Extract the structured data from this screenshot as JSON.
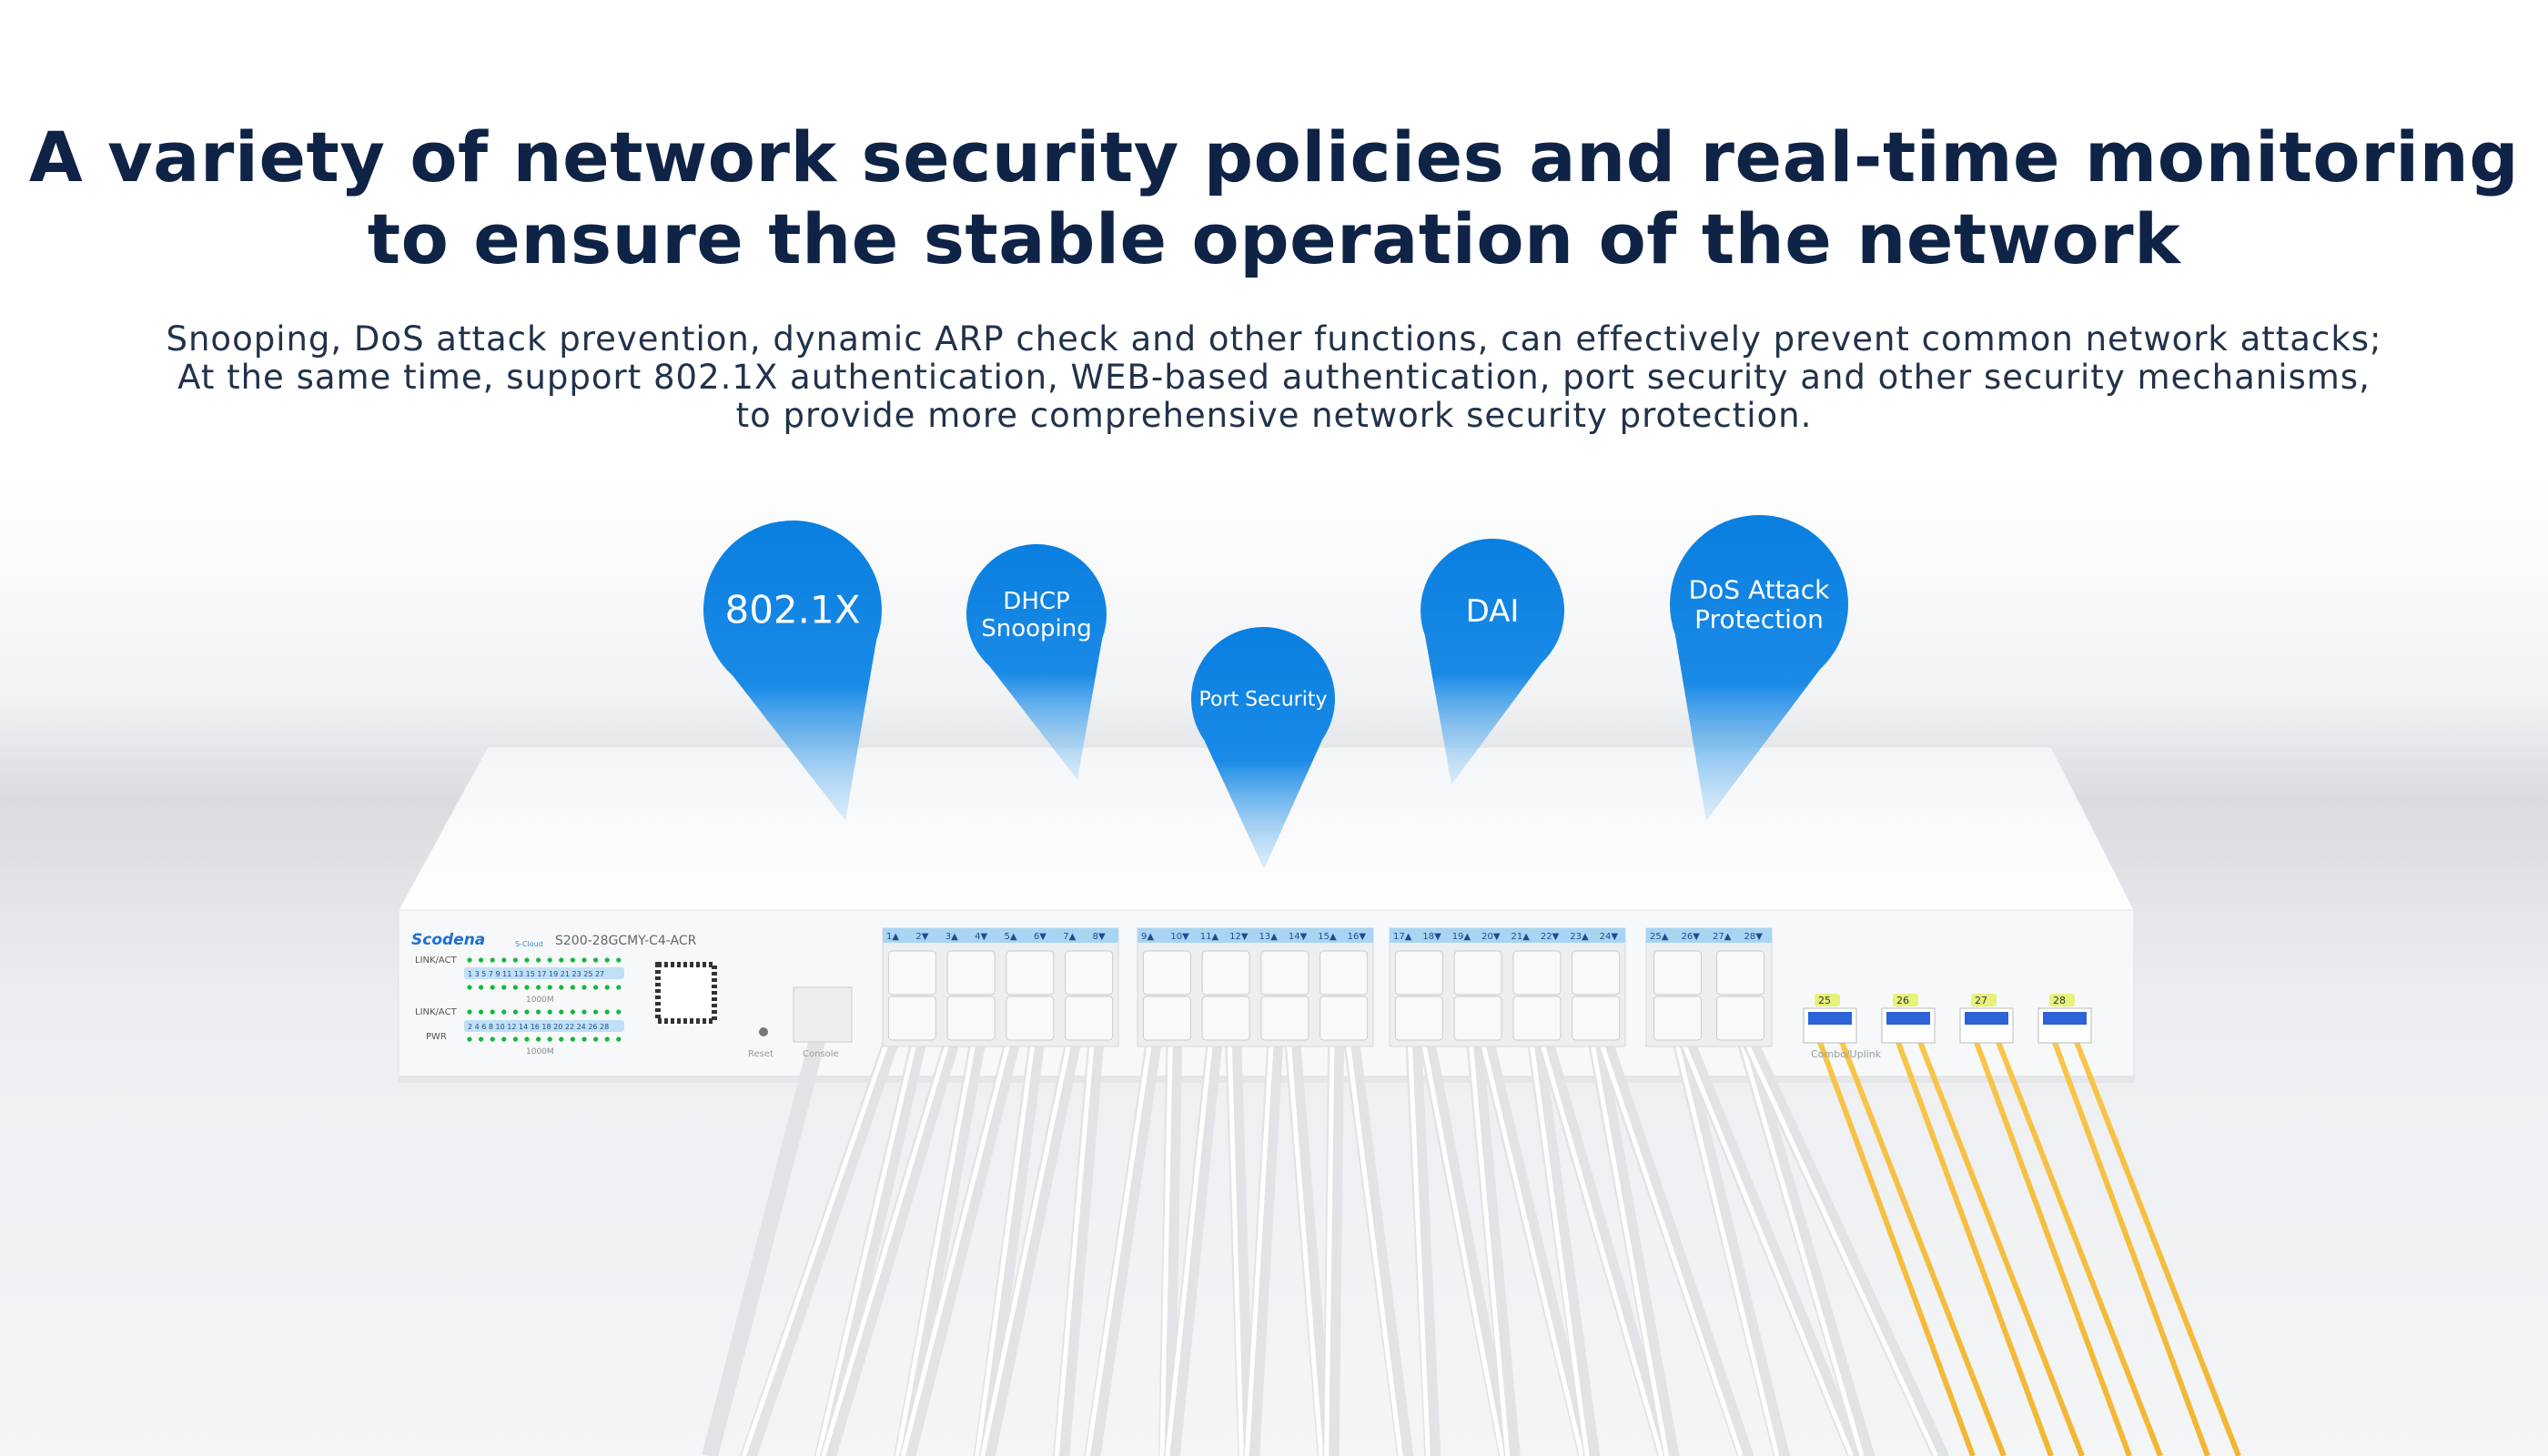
{
  "headline": [
    "A variety of network security policies and real-time monitoring",
    "to ensure the stable operation of the network"
  ],
  "description": [
    "Snooping, DoS attack prevention, dynamic ARP check and other functions, can effectively prevent common network attacks;",
    "At the same time, support 802.1X authentication, WEB-based authentication, port security and other security mechanisms,",
    "to provide more comprehensive network security protection."
  ],
  "features": [
    {
      "label": [
        "802.1X"
      ]
    },
    {
      "label": [
        "DHCP",
        "Snooping"
      ]
    },
    {
      "label": [
        "Port Security"
      ]
    },
    {
      "label": [
        "DAI"
      ]
    },
    {
      "label": [
        "DoS Attack",
        "Protection"
      ]
    }
  ],
  "device": {
    "brand": "Scodena",
    "cloud": "S-Cloud",
    "model": "S200-28GCMY-C4-ACR",
    "led_label_top": "LINK/ACT",
    "led_label_bottom": "LINK/ACT",
    "pwr": "PWR",
    "odd_ports": "1  3  5  7  9 11 13 15 17 19 21 23 25 27",
    "even_ports": "2  4  6  8 10 12 14 16 18 20 22 24 26 28",
    "speed": "1000M",
    "reset": "Reset",
    "console": "Console",
    "uplink": "Combo/Uplink",
    "port_labels": [
      "1▲",
      "2▼",
      "3▲",
      "4▼",
      "5▲",
      "6▼",
      "7▲",
      "8▼",
      "9▲",
      "10▼",
      "11▲",
      "12▼",
      "13▲",
      "14▼",
      "15▲",
      "16▼",
      "17▲",
      "18▼",
      "19▲",
      "20▼",
      "21▲",
      "22▼",
      "23▲",
      "24▼",
      "25▲",
      "26▼",
      "27▲",
      "28▼"
    ],
    "sfp_labels": [
      "25",
      "26",
      "27",
      "28"
    ]
  },
  "colors": {
    "pin": "#0a7fe0",
    "title": "#0e2346",
    "fiber": "#f2b632",
    "port_label_bg": "#a9d4f3"
  }
}
